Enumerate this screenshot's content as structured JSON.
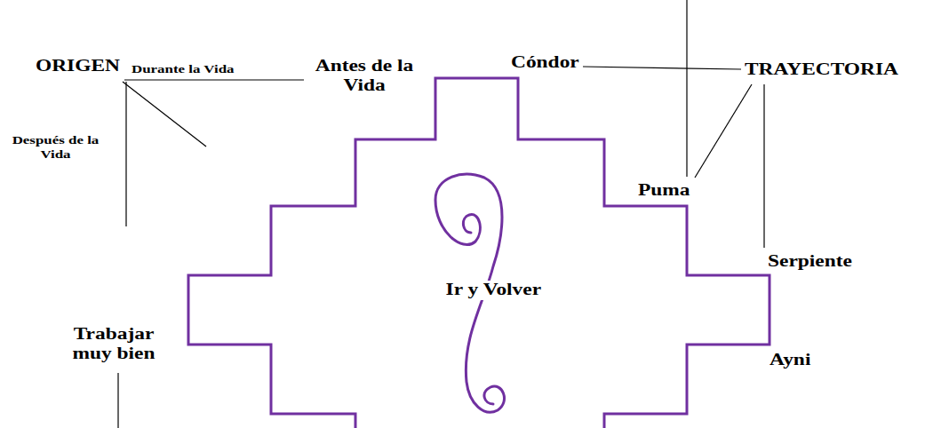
{
  "diagram": {
    "nodes": [
      {
        "text": [
          "Ir y Volver"
        ]
      }
    ],
    "labels": [
      "ORIGEN",
      "Durante la Vida",
      "Antes de la Vida",
      "Después de la Vida",
      "Cóndor",
      "TRAYECTORIA",
      "Puma",
      "Serpiente",
      "Ayni",
      "Trabajar muy bien"
    ]
  }
}
